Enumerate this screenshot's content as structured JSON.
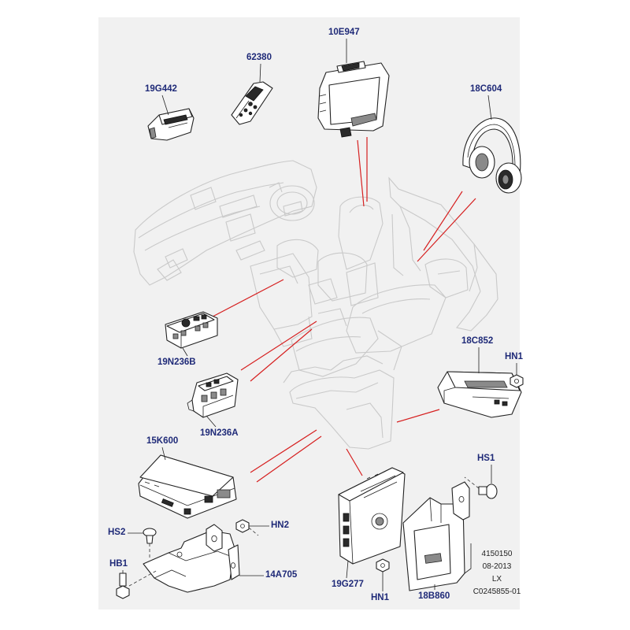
{
  "callouts": {
    "c10E947": "10E947",
    "c62380": "62380",
    "c19G442": "19G442",
    "c18C604": "18C604",
    "c19N236B": "19N236B",
    "c18C852": "18C852",
    "cHN1a": "HN1",
    "c19N236A": "19N236A",
    "c15K600": "15K600",
    "cHS1": "HS1",
    "cHS2": "HS2",
    "cHN2": "HN2",
    "cHB1": "HB1",
    "c14A705": "14A705",
    "c19G277": "19G277",
    "cHN1b": "HN1",
    "c18B860": "18B860"
  },
  "footer": {
    "line1": "4150150",
    "line2": "08-2013",
    "line3": "LX",
    "line4": "C0245855-01"
  },
  "colors": {
    "callout_text": "#1f2a78",
    "leader_lines": "#d61f1f",
    "background_panel": "#f1f1f1"
  }
}
